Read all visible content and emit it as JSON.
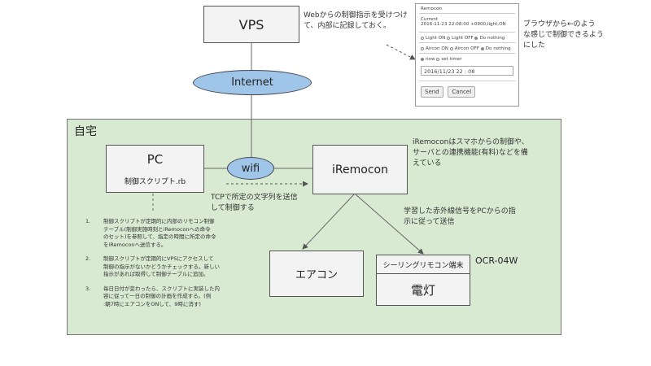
{
  "vps": {
    "label": "VPS",
    "note_lines": [
      "Webからの制御指示を受けつけ",
      "て、内部に記録しておく。"
    ]
  },
  "internet": {
    "label": "Internet"
  },
  "home": {
    "label": "自宅"
  },
  "pc": {
    "label": "PC",
    "script": "制御スクリプト.rb"
  },
  "wifi": {
    "label": "wifi"
  },
  "iremocon": {
    "label": "iRemocon",
    "note_lines": [
      "iRemoconはスマホからの制御や、",
      "サーバとの連携機能(有料)などを備",
      "えている"
    ]
  },
  "tcp_note": [
    "TCPで所定の文字列を送信",
    "して制御する"
  ],
  "ir_note": [
    "学習した赤外線信号をPCからの指",
    "示に従って送信"
  ],
  "aircon": {
    "label": "エアコン"
  },
  "ceiling": {
    "remote_label": "シーリングリモコン端末",
    "light_label": "電灯",
    "model": "OCR-04W"
  },
  "browser_note": [
    "ブラウザから←のよう",
    "な感じで制御できるよう",
    "にした"
  ],
  "steps": [
    {
      "num": "1.",
      "lines": [
        "制御スクリプトが定期的に内部のリモコン制御",
        "テーブル(制御実施時刻とiRemoconへの命令",
        "のセット)を参照して、指定の時間に所定の命令",
        "をiRemoconへ送信する。"
      ]
    },
    {
      "num": "2.",
      "lines": [
        "制御スクリプトが定期的にVPSにアクセスして",
        "制御の指示がないかどうかチェックする。新しい",
        "指示があれば取得して制御テーブルに追加。"
      ]
    },
    {
      "num": "3.",
      "lines": [
        "毎日日付が変わったら、スクリプトに実装した内",
        "容に従って一日の制御の計画を作成する。(例",
        ":朝7時にエアコンをONして、9時に消す)"
      ]
    }
  ],
  "ui": {
    "title": "Remocon",
    "current_label": "Current",
    "current_value": "2016-11-23 22:08:00 +0900,light,ON",
    "light_options": [
      "Light ON",
      "Light OFF",
      "Do nothing"
    ],
    "aircon_options": [
      "Aircon ON",
      "Aircon OFF",
      "Do nothing"
    ],
    "timing_options": [
      "now",
      "set timer"
    ],
    "datetime_value": "2016/11/23  22 : 08",
    "send_label": "Send",
    "cancel_label": "Cancel"
  }
}
